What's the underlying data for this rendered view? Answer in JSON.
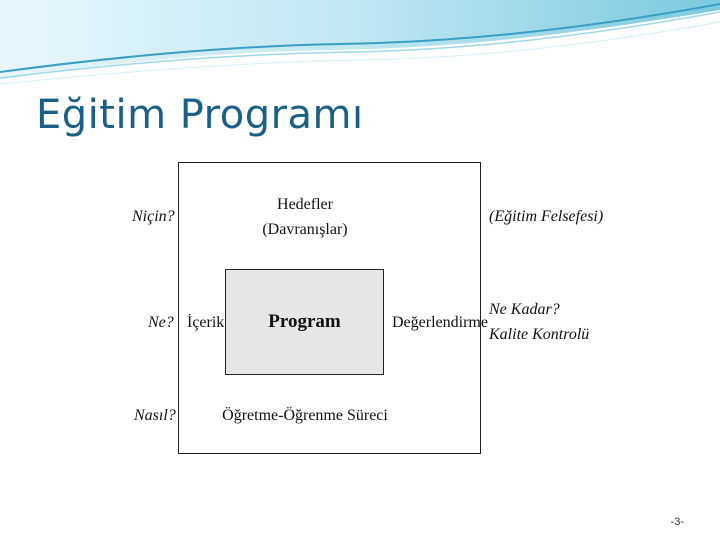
{
  "slide": {
    "title": "Eğitim Programı",
    "page_number": "-3-"
  },
  "diagram": {
    "questions": {
      "why": "Niçin?",
      "what": "Ne?",
      "how": "Nasıl?"
    },
    "right_notes": {
      "philosophy": "(Eğitim Felsefesi)",
      "how_much": "Ne Kadar?",
      "quality": "Kalite Kontrolü"
    },
    "goals": {
      "line1": "Hedefler",
      "line2": "(Davranışlar)"
    },
    "content": "İçerik",
    "program": "Program",
    "evaluation": "Değerlendirme",
    "process": "Öğretme-Öğrenme Süreci"
  },
  "colors": {
    "title": "#1a5f86",
    "wave_dark": "#3a9ec4",
    "wave_light": "#bfe7f2",
    "inner_box": "#e6e6e6"
  }
}
